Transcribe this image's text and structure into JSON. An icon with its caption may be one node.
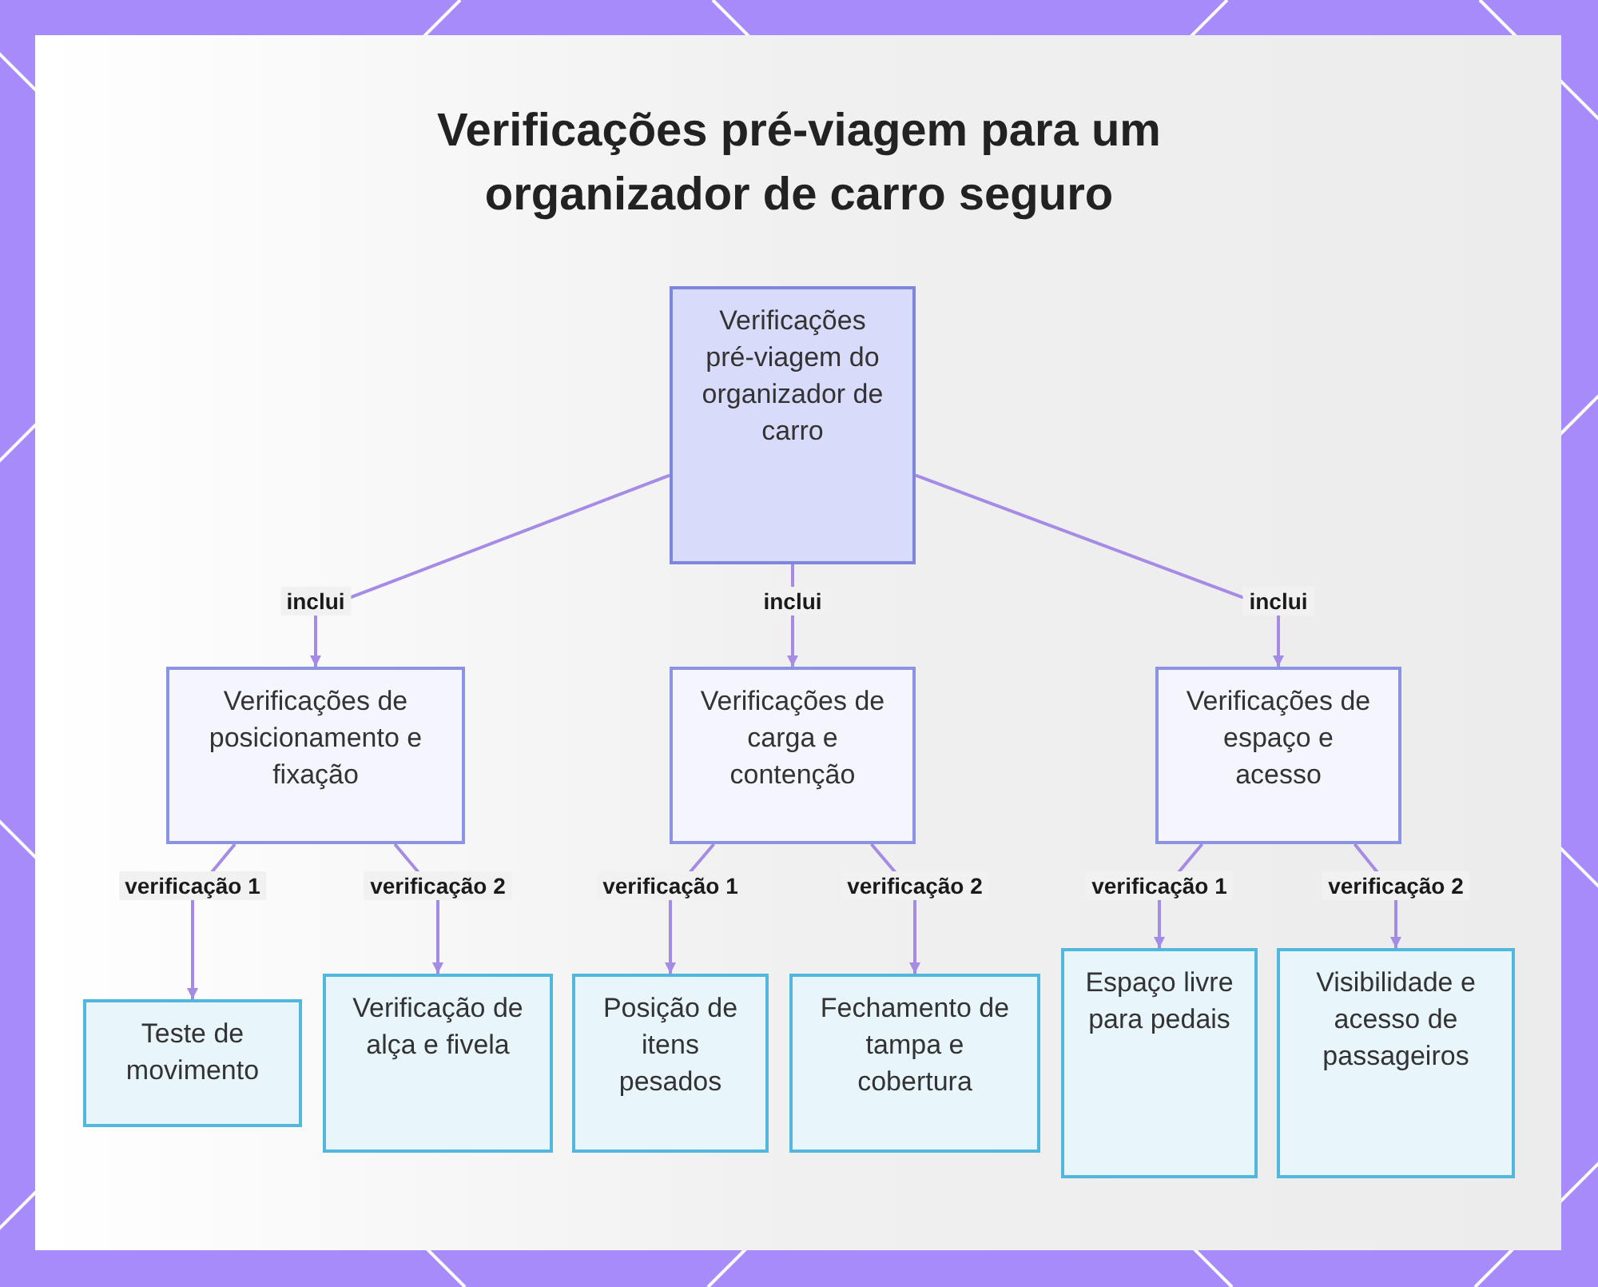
{
  "diagram": {
    "title": "Verificações pré-viagem para um organizador de carro seguro",
    "nodes": [
      {
        "text": [
          "Verificações pré-viagem do organizador de carro"
        ]
      },
      {
        "text": [
          "Verificações de posicionamento e fixação"
        ]
      },
      {
        "text": [
          "Verificações de carga e contenção"
        ]
      },
      {
        "text": [
          "Verificações de espaço e acesso"
        ]
      },
      {
        "text": [
          "Teste de movimento"
        ]
      },
      {
        "text": [
          "Verificação de alça e fivela"
        ]
      },
      {
        "text": [
          "Posição de itens pesados"
        ]
      },
      {
        "text": [
          "Fechamento de tampa e cobertura"
        ]
      },
      {
        "text": [
          "Espaço livre para pedais"
        ]
      },
      {
        "text": [
          "Visibilidade e acesso de passageiros"
        ]
      }
    ],
    "edges": [
      {
        "from": 0,
        "to": 1,
        "label": "inclui",
        "arrow": "to"
      },
      {
        "from": 0,
        "to": 2,
        "label": "inclui",
        "arrow": "to"
      },
      {
        "from": 0,
        "to": 3,
        "label": "inclui",
        "arrow": "to"
      },
      {
        "from": 1,
        "to": 4,
        "label": "verificação 1",
        "arrow": "to"
      },
      {
        "from": 1,
        "to": 5,
        "label": "verificação 2",
        "arrow": "to"
      },
      {
        "from": 2,
        "to": 6,
        "label": "verificação 1",
        "arrow": "to"
      },
      {
        "from": 2,
        "to": 7,
        "label": "verificação 2",
        "arrow": "to"
      },
      {
        "from": 3,
        "to": 8,
        "label": "verificação 1",
        "arrow": "to"
      },
      {
        "from": 3,
        "to": 9,
        "label": "verificação 2",
        "arrow": "to"
      }
    ]
  }
}
